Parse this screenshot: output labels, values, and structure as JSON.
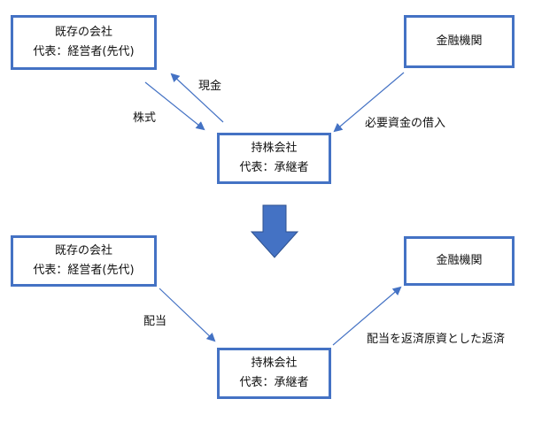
{
  "top": {
    "existing_company": {
      "name": "既存の会社",
      "rep": "代表：経営者(先代)"
    },
    "financial_institution": {
      "name": "金融機関"
    },
    "holding_company": {
      "name": "持株会社",
      "rep": "代表：承継者"
    },
    "labels": {
      "cash": "現金",
      "stock": "株式",
      "loan": "必要資金の借入"
    }
  },
  "bottom": {
    "existing_company": {
      "name": "既存の会社",
      "rep": "代表：経営者(先代)"
    },
    "financial_institution": {
      "name": "金融機関"
    },
    "holding_company": {
      "name": "持株会社",
      "rep": "代表：承継者"
    },
    "labels": {
      "dividend": "配当",
      "repayment": "配当を返済原資とした返済"
    }
  },
  "colors": {
    "box_border": "#4472c4",
    "arrow": "#4472c4",
    "big_arrow_fill": "#4472c4",
    "big_arrow_stroke": "#2f528f"
  }
}
